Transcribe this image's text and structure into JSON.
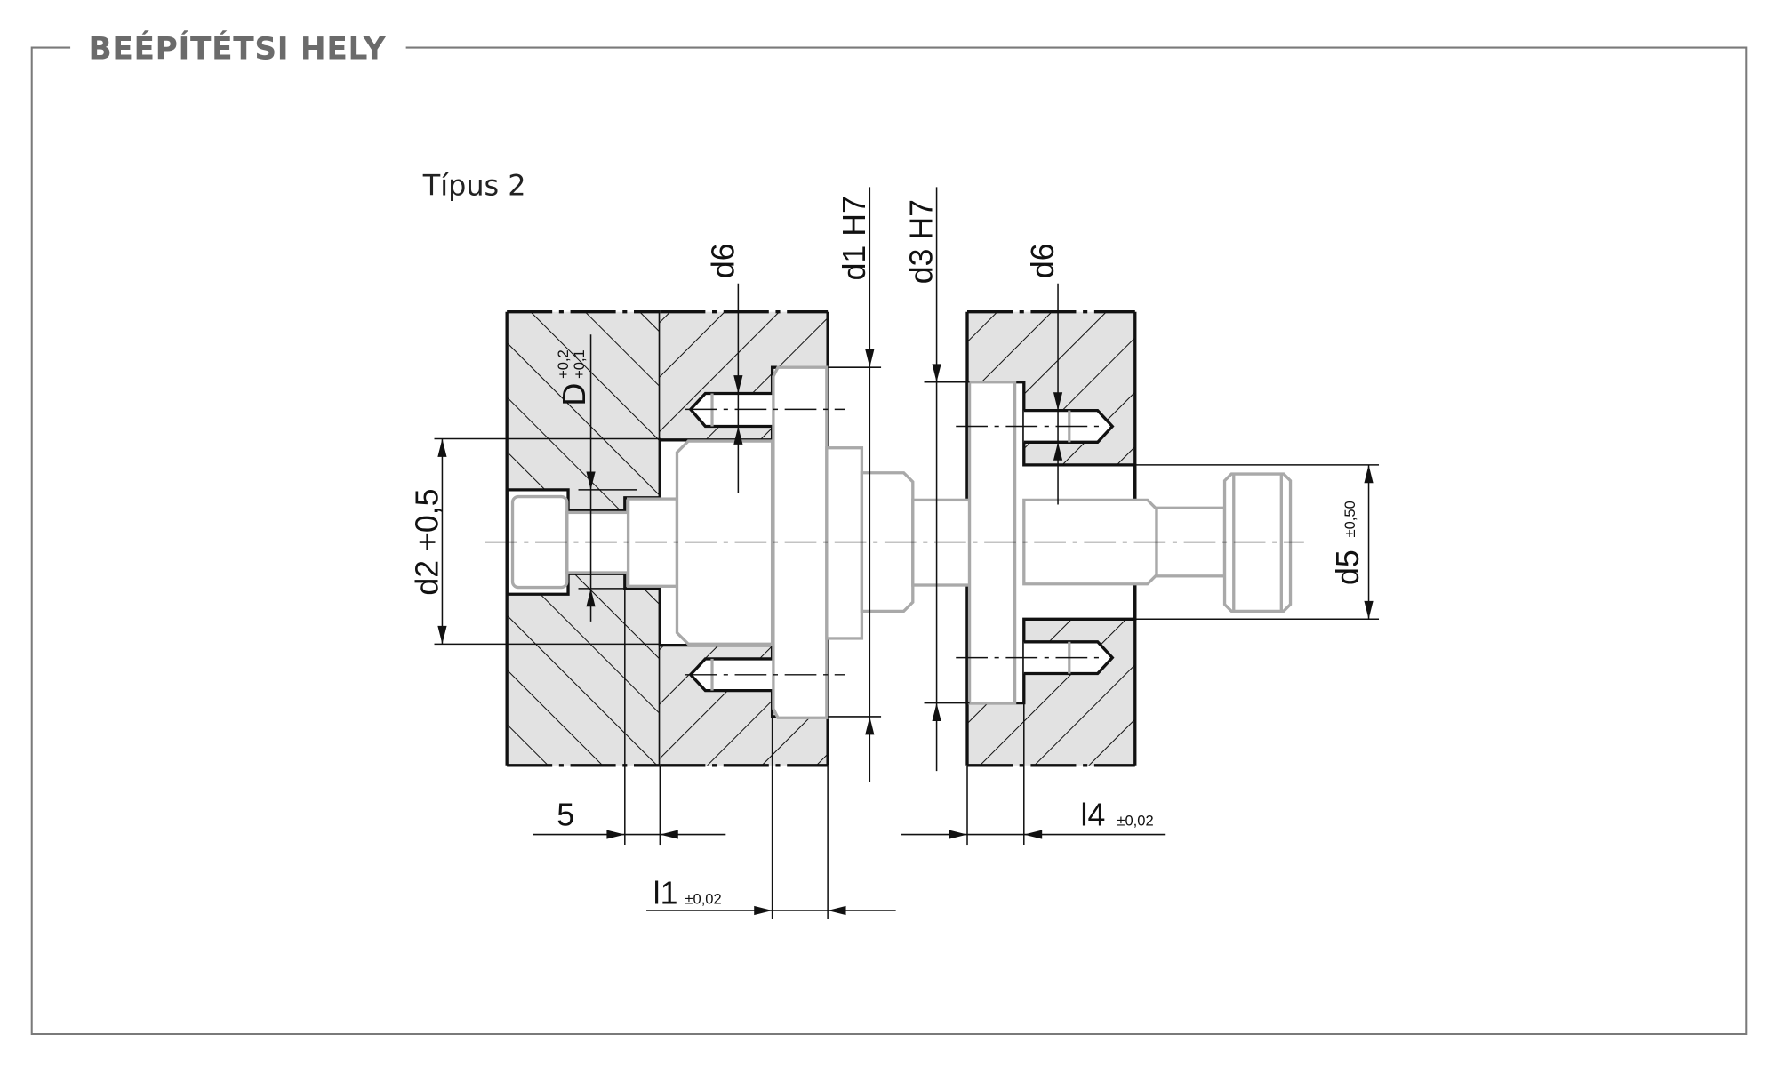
{
  "header": {
    "title": "BEÉPÍTÉTSI HELY"
  },
  "drawing": {
    "subtitle": "Típus 2",
    "dimensions": {
      "d2": "d2 +0,5",
      "D": "D",
      "D_upper_tol": "+0,2",
      "D_lower_tol": "+0,1",
      "d6_left": "d6",
      "d1": "d1 H7",
      "d3": "d3 H7",
      "d6_right": "d6",
      "d5": "d5",
      "d5_tol": "±0,50",
      "five": "5",
      "l1": "l1",
      "l1_tol": "±0,02",
      "l4": "l4",
      "l4_tol": "±0,02"
    }
  },
  "colors": {
    "frame": "#7a7a7a",
    "hatch_fill": "#e2e2e2",
    "part_outline": "#a9a9a9",
    "title": "#6b6b6b"
  }
}
